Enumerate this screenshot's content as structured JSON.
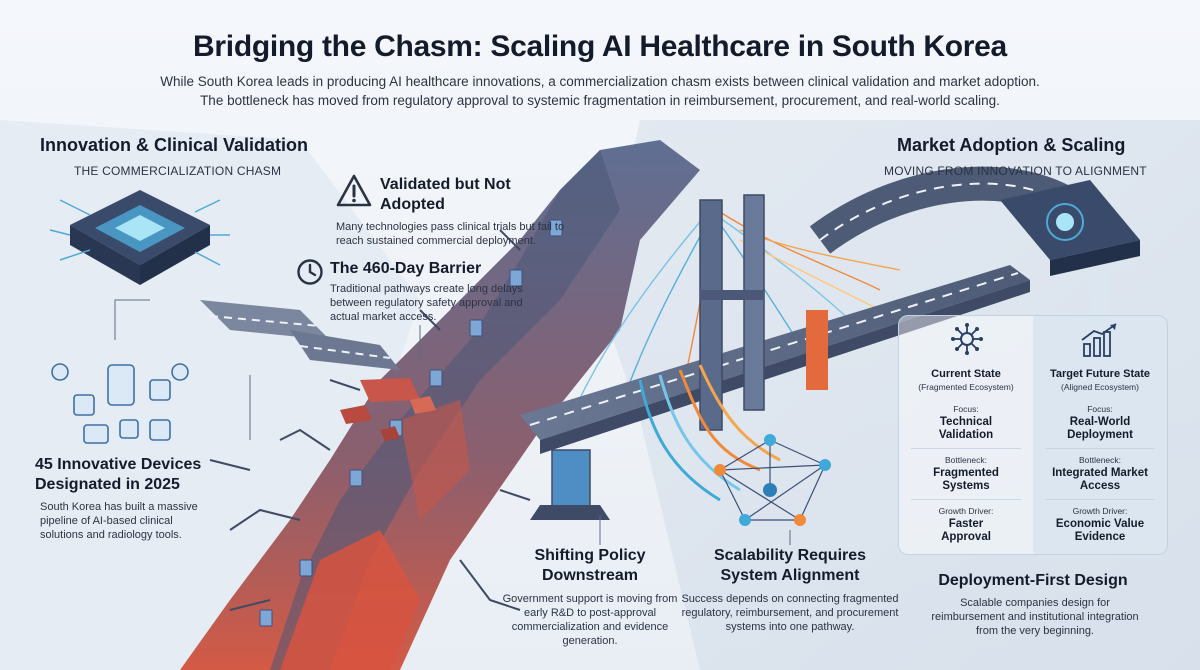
{
  "header": {
    "title": "Bridging the Chasm: Scaling AI Healthcare in South Korea",
    "subtitle_line1": "While South Korea leads in producing AI healthcare innovations, a commercialization chasm exists between clinical validation and market adoption.",
    "subtitle_line2": "The bottleneck has moved from regulatory approval to systemic fragmentation in reimbursement, procurement, and real-world scaling."
  },
  "left_section": {
    "heading": "Innovation & Clinical Validation",
    "subheading": "THE COMMERCIALIZATION CHASM"
  },
  "right_section": {
    "heading": "Market Adoption & Scaling",
    "subheading": "MOVING FROM INNOVATION TO ALIGNMENT"
  },
  "callouts": {
    "validated": {
      "title": "Validated but Not Adopted",
      "body": "Many technologies pass clinical trials but fail to reach sustained commercial deployment."
    },
    "barrier": {
      "title": "The 460-Day Barrier",
      "body": "Traditional pathways create long delays between regulatory safety approval and actual market access."
    },
    "devices": {
      "title": "45 Innovative Devices Designated in 2025",
      "body": "South Korea has built a massive pipeline of AI-based clinical solutions and radiology tools."
    },
    "policy": {
      "title": "Shifting Policy Downstream",
      "body": "Government support is moving from early R&D to post-approval commercialization and evidence generation."
    },
    "scalability": {
      "title": "Scalability Requires System Alignment",
      "body": "Success depends on connecting fragmented regulatory, reimbursement, and procurement systems into one pathway."
    },
    "deployment": {
      "title": "Deployment-First Design",
      "body": "Scalable companies design for reimbursement and institutional integration from the very beginning."
    }
  },
  "comparison": {
    "current": {
      "title": "Current State",
      "paren": "(Fragmented Ecosystem)",
      "rows": [
        {
          "label": "Focus:",
          "value": "Technical Validation"
        },
        {
          "label": "Bottleneck:",
          "value": "Fragmented Systems"
        },
        {
          "label": "Growth Driver:",
          "value": "Faster Approval"
        }
      ]
    },
    "target": {
      "title": "Target Future State",
      "paren": "(Aligned Ecosystem)",
      "rows": [
        {
          "label": "Focus:",
          "value": "Real-World Deployment"
        },
        {
          "label": "Bottleneck:",
          "value": "Integrated Market Access"
        },
        {
          "label": "Growth Driver:",
          "value": "Economic Value Evidence"
        }
      ]
    }
  },
  "icons": {
    "validated": "warning-triangle-icon",
    "barrier": "clock-icon",
    "current": "network-hub-icon",
    "target": "growth-chart-icon"
  },
  "colors": {
    "chasm_red": "#c8564a",
    "road": "#5d6b85",
    "tech_blue": "#3fa9d8",
    "orange_flow": "#f08a3a",
    "text_dark": "#141b2b"
  }
}
